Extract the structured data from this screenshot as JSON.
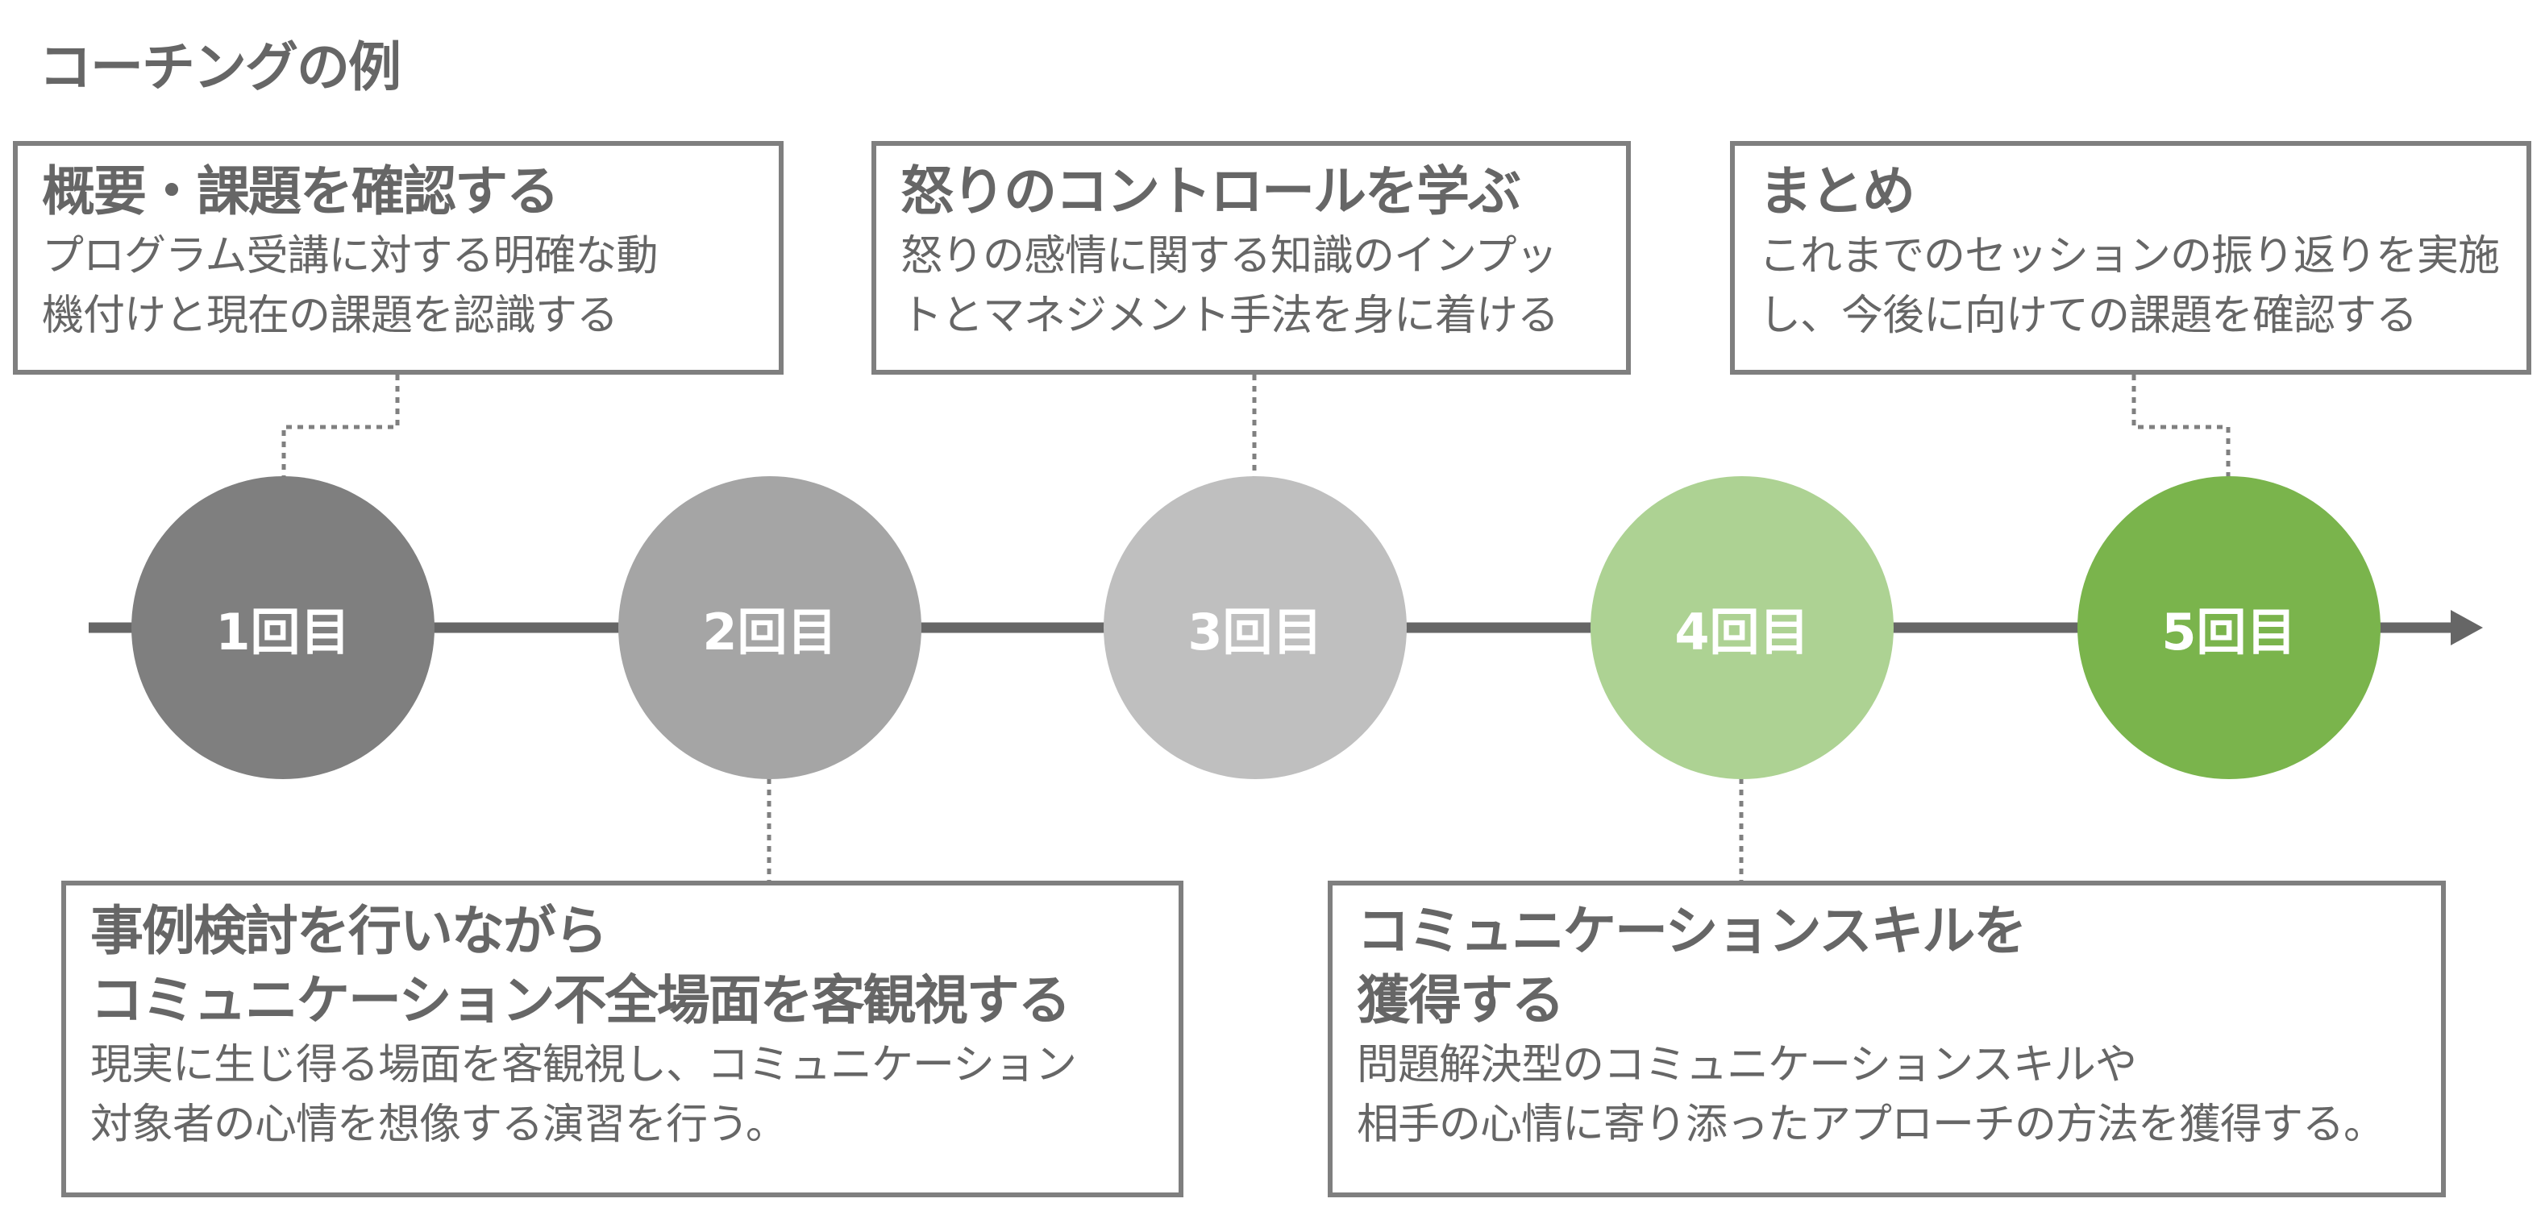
{
  "title": "コーチングの例",
  "sessions": [
    {
      "label": "1回目",
      "color": "#7f7f7f"
    },
    {
      "label": "2回目",
      "color": "#a5a5a5"
    },
    {
      "label": "3回目",
      "color": "#bfbfbf"
    },
    {
      "label": "4回目",
      "color": "#add293"
    },
    {
      "label": "5回目",
      "color": "#7ab44c"
    }
  ],
  "boxes": {
    "s1": {
      "heading": "概要・課題を確認する",
      "body": [
        "プログラム受講に対する明確な動",
        "機付けと現在の課題を認識する"
      ]
    },
    "s2": {
      "heading": [
        "事例検討を行いながら",
        "コミュニケーション不全場面を客観視する"
      ],
      "body": [
        "現実に生じ得る場面を客観視し、コミュニケーション",
        "対象者の心情を想像する演習を行う。"
      ]
    },
    "s3": {
      "heading": "怒りのコントロールを学ぶ",
      "body": [
        "怒りの感情に関する知識のインプッ",
        "トとマネジメント手法を身に着ける"
      ]
    },
    "s4": {
      "heading": [
        "コミュニケーションスキルを",
        "獲得する"
      ],
      "body": [
        "問題解決型のコミュニケーションスキルや",
        "相手の心情に寄り添ったアプローチの方法を獲得する。"
      ]
    },
    "s5": {
      "heading": "まとめ",
      "body": [
        "これまでのセッションの振り返りを実施",
        "し、今後に向けての課題を確認する"
      ]
    }
  }
}
